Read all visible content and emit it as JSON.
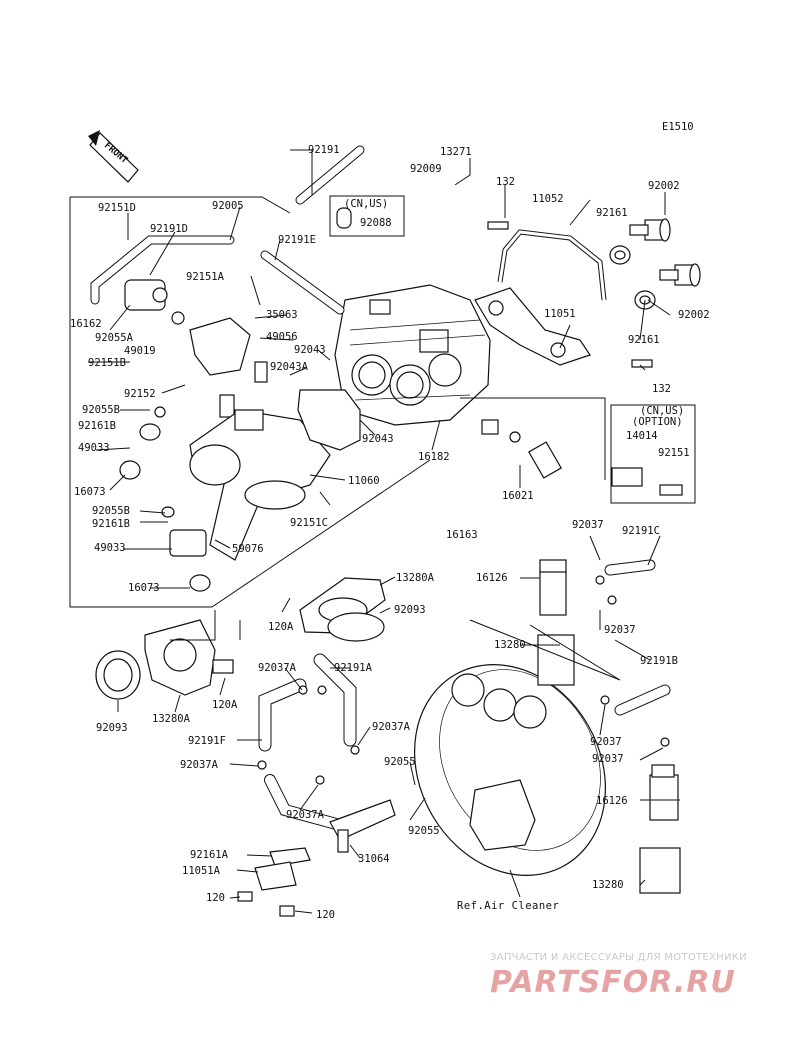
{
  "diagram_id": "E1510",
  "front_label": "FRONT",
  "option_box": {
    "line1": "(CN,US)",
    "line2": "(OPTION)"
  },
  "cn_us_box": "(CN,US)",
  "reference_text": "Ref.Air Cleaner",
  "watermark": {
    "top": "ЗАПЧАСТИ И АКСЕССУАРЫ ДЛЯ МОТОТЕХНИКИ",
    "brand": "PARTSFOR.RU"
  },
  "labels": {
    "l92191a": "92191",
    "l13271": "13271",
    "l92009": "92009",
    "l132a": "132",
    "l11052": "11052",
    "l92002a": "92002",
    "l92151d": "92151D",
    "l92005": "92005",
    "l92088": "92088",
    "l92161a": "92161",
    "l92191d": "92191D",
    "l92191e": "92191E",
    "l92151a": "92151A",
    "l35063": "35063",
    "l16162": "16162",
    "l92055a": "92055A",
    "l49056": "49056",
    "l49019": "49019",
    "l11051": "11051",
    "l92002b": "92002",
    "l92043a": "92043",
    "l92151b": "92151B",
    "l92043A": "92043A",
    "l92161b": "92161",
    "l132b": "132",
    "l92152": "92152",
    "l92055b": "92055B",
    "l92161B": "92161B",
    "l92043b": "92043",
    "l14014": "14014",
    "l49033a": "49033",
    "l16182": "16182",
    "l92151e": "92151",
    "l11060": "11060",
    "l16073a": "16073",
    "l16021": "16021",
    "l92055B2": "92055B",
    "l92151c": "92151C",
    "l92161B2": "92161B",
    "l16163": "16163",
    "l92037a": "92037",
    "l92191c": "92191C",
    "l49033b": "49033",
    "l59076": "59076",
    "l16126a": "16126",
    "l13280a": "13280A",
    "l16073b": "16073",
    "l92093a": "92093",
    "l92037b": "92037",
    "l120a": "120A",
    "l13280": "13280",
    "l92191b": "92191B",
    "l92037A1": "92037A",
    "l92191A": "92191A",
    "l120A2": "120A",
    "l92093b": "92093",
    "l13280A2": "13280A",
    "l92037A2": "92037A",
    "l92037c": "92037",
    "l92191f": "92191F",
    "l92037d": "92037",
    "l92055c": "92055",
    "l92037A3": "92037A",
    "l16126b": "16126",
    "l92037A4": "92037A",
    "l92055d": "92055",
    "l92161A": "92161A",
    "l31064": "31064",
    "l11051A": "11051A",
    "l13280b": "13280",
    "l120b": "120",
    "l120c": "120"
  }
}
